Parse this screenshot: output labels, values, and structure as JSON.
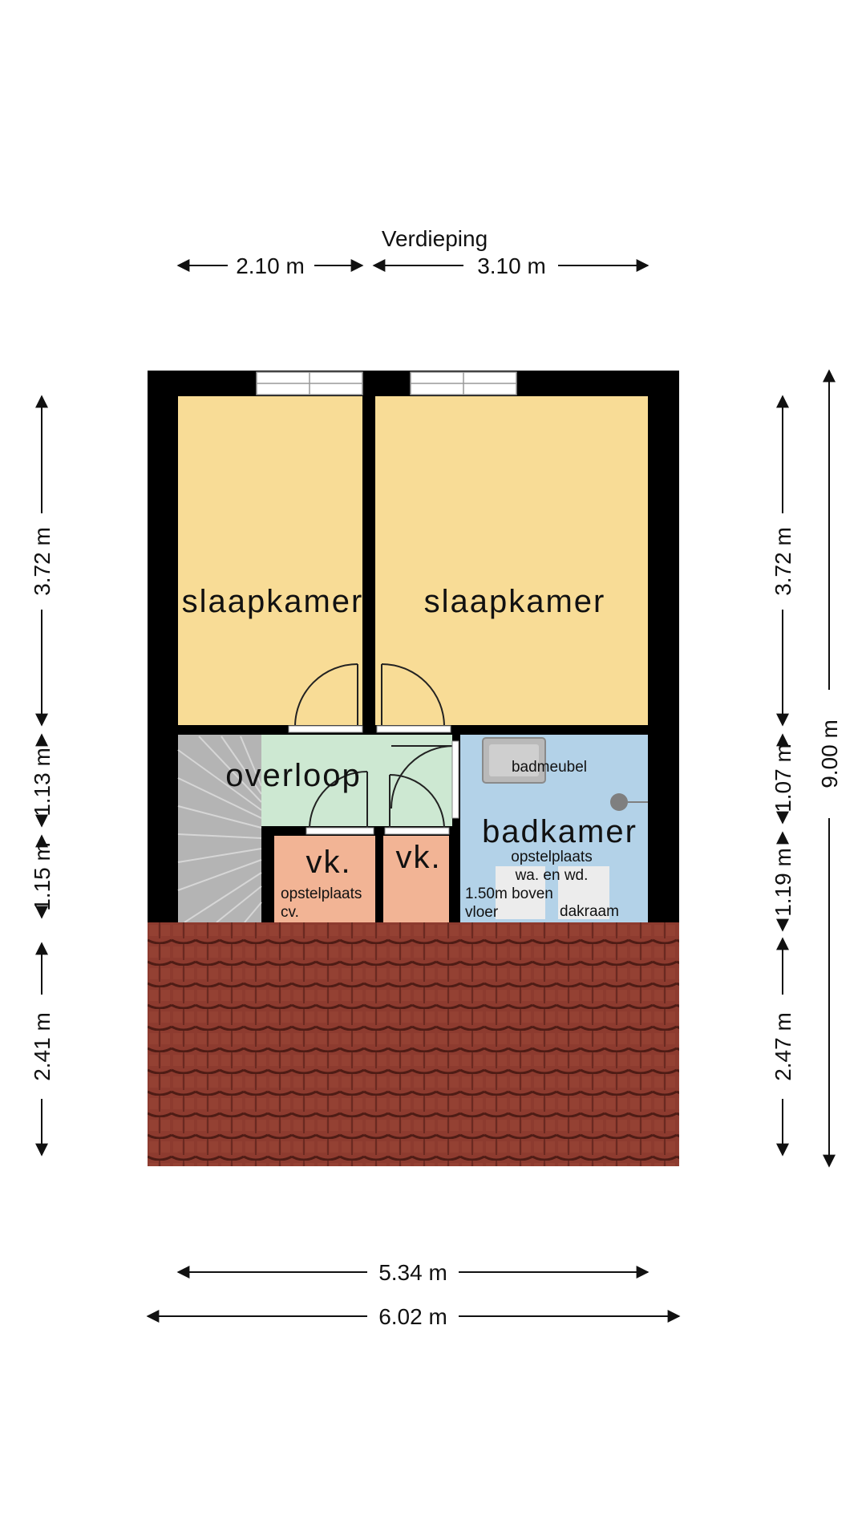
{
  "title": "Verdieping",
  "dimensions": {
    "top_left": "2.10 m",
    "top_right": "3.10 m",
    "left_1": "3.72 m",
    "left_2": "1.13 m",
    "left_3": "1.15 m",
    "left_4": "2.41 m",
    "right_1": "3.72 m",
    "right_2": "1.07 m",
    "right_3": "1.19 m",
    "right_4": "2.47 m",
    "right_total": "9.00 m",
    "bottom_inner": "5.34 m",
    "bottom_outer": "6.02 m"
  },
  "rooms": {
    "bedroom_left": "slaapkamer",
    "bedroom_right": "slaapkamer",
    "landing": "overloop",
    "closet_left": "vk.",
    "closet_right": "vk.",
    "closet_left_note_1": "opstelplaats",
    "closet_left_note_2": "cv.",
    "bathroom": "badkamer",
    "bath_furniture": "badmeubel",
    "bath_note_1": "opstelplaats",
    "bath_note_2": "wa. en wd.",
    "bath_note_3": "1.50m boven",
    "bath_note_4": "vloer",
    "skylight": "dakraam"
  },
  "colors": {
    "bedroom": "#f8dc96",
    "landing": "#cde8d2",
    "closet": "#f2b495",
    "bathroom": "#b3d2e8",
    "stairs": "#a8a8a8",
    "roof": "#8b3a2e",
    "wall": "#000000"
  }
}
